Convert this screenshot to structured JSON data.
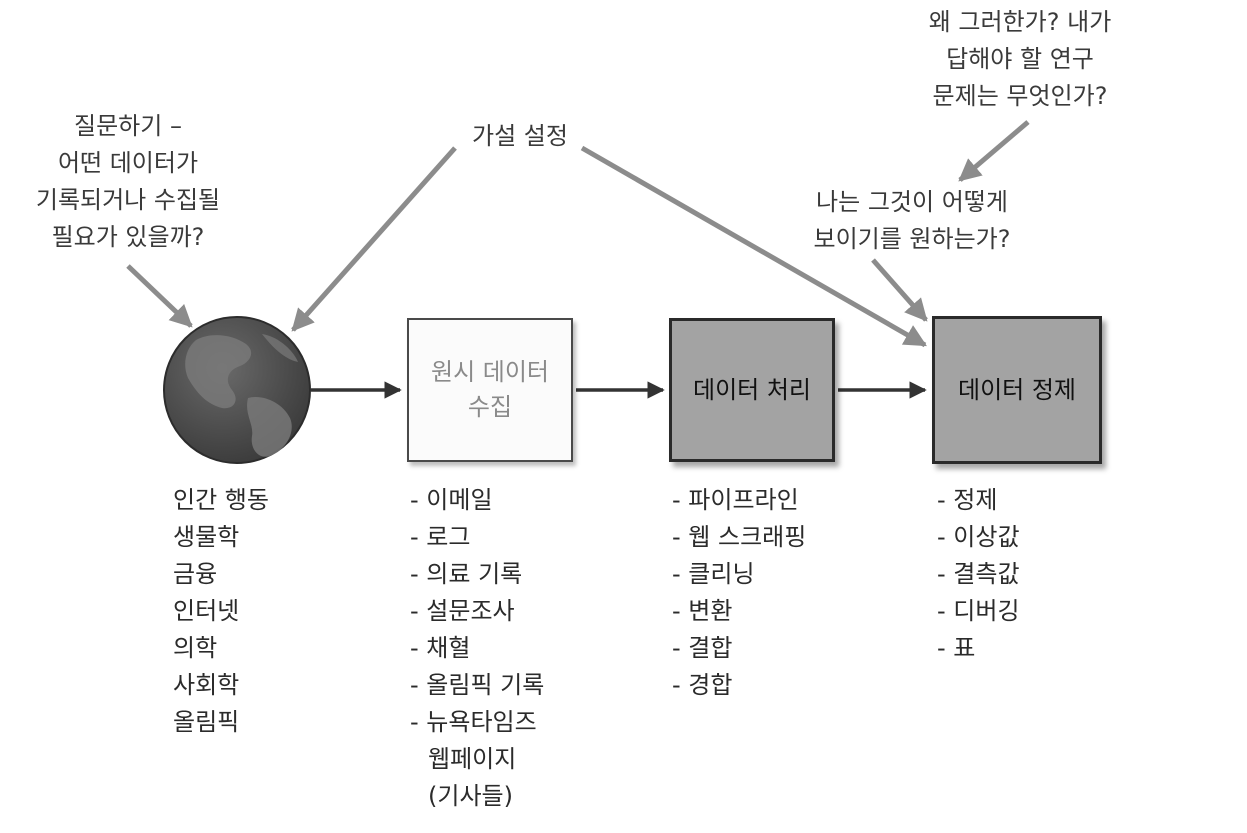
{
  "notes": {
    "asking": [
      "질문하기 –",
      "어떤 데이터가",
      "기록되거나 수집될",
      "필요가 있을까?"
    ],
    "hypothesis": "가설 설정",
    "why": [
      "왜 그러한가? 내가",
      "답해야 할 연구",
      "문제는 무엇인가?"
    ],
    "look": [
      "나는 그것이 어떻게",
      "보이기를 원하는가?"
    ]
  },
  "boxes": {
    "raw": [
      "원시 데이터",
      "수집"
    ],
    "process": "데이터 처리",
    "clean": "데이터 정제"
  },
  "lists": {
    "sources": [
      "인간 행동",
      "생물학",
      "금융",
      "인터넷",
      "의학",
      "사회학",
      "올림픽"
    ],
    "raw": [
      "- 이메일",
      "- 로그",
      "- 의료 기록",
      "- 설문조사",
      "- 채혈",
      "- 올림픽 기록",
      "- 뉴욕타임즈",
      "웹페이지",
      "(기사들)"
    ],
    "process": [
      "- 파이프라인",
      "- 웹 스크래핑",
      "- 클리닝",
      "- 변환",
      "- 결합",
      "- 경합"
    ],
    "clean": [
      "- 정제",
      "- 이상값",
      "- 결측값",
      "- 디버깅",
      "- 표"
    ]
  },
  "colors": {
    "arrow_gray": "#8c8c8c",
    "arrow_dark": "#333333",
    "box_fill": "#a3a3a3",
    "globe": "#4f4f4f"
  },
  "icons": {
    "globe": "globe-icon"
  }
}
